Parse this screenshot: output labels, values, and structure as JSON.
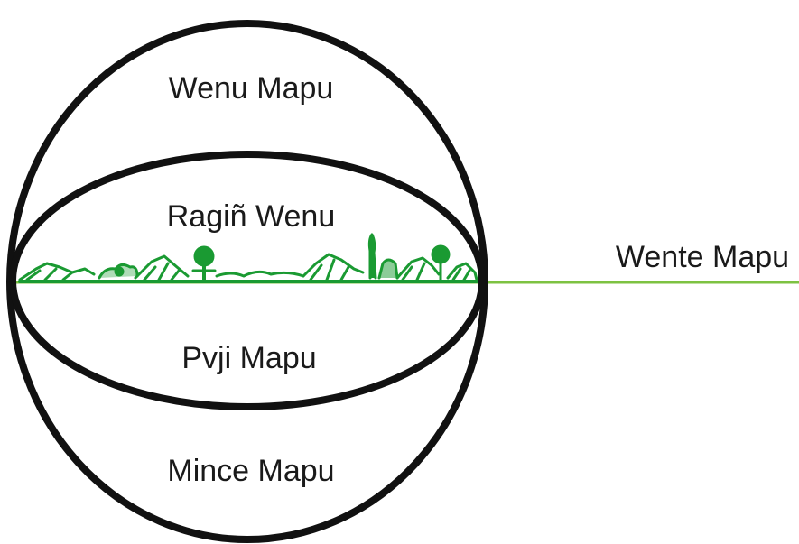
{
  "labels": {
    "upper_world": "Wenu Mapu",
    "upper_sky": "Ragiñ Wenu",
    "earth_surface": "Wente Mapu",
    "lower_earth": "Pvji Mapu",
    "under_world": "Mince Mapu"
  },
  "colors": {
    "outline": "#111111",
    "horizon_line": "#7dc242",
    "landscape": "#1a9a32",
    "text": "#1a1a1a"
  }
}
